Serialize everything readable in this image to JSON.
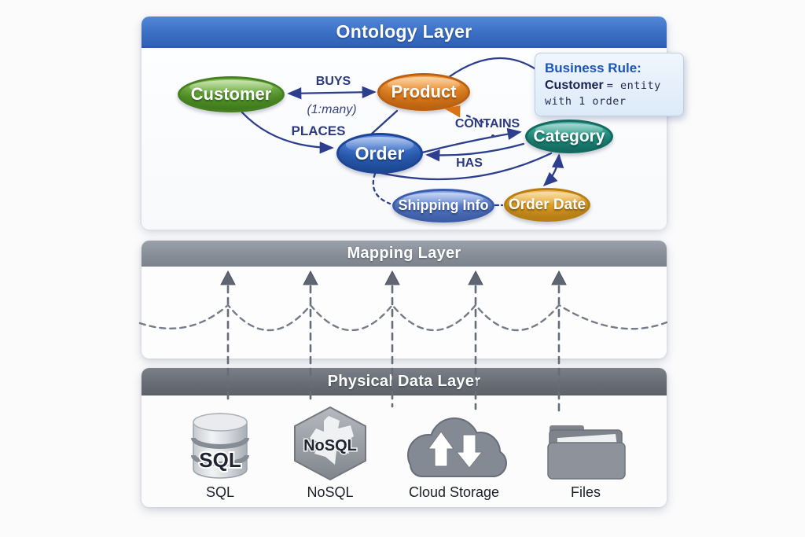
{
  "ontology": {
    "title": "Ontology Layer",
    "entities": [
      {
        "id": "customer",
        "label": "Customer",
        "color": "#569e2b"
      },
      {
        "id": "product",
        "label": "Product",
        "color": "#e8811d"
      },
      {
        "id": "order",
        "label": "Order",
        "color": "#2d62bd"
      },
      {
        "id": "category",
        "label": "Category",
        "color": "#1f9083"
      },
      {
        "id": "shipping-info",
        "label": "Shipping Info",
        "color": "#5379cd"
      },
      {
        "id": "order-date",
        "label": "Order Date",
        "color": "#e09e21"
      }
    ],
    "connections": [
      {
        "from": "Customer",
        "to": "Product",
        "label": "BUYS",
        "cardinality": "(1:many)",
        "style": "double-arrow"
      },
      {
        "from": "Customer",
        "to": "Order",
        "label": "PLACES",
        "style": "arrow"
      },
      {
        "from": "Product",
        "to": "Order",
        "label": "",
        "style": "line"
      },
      {
        "from": "Product",
        "to": "Category",
        "label": "CONTAINS",
        "style": "dashed-arrow"
      },
      {
        "from": "Category",
        "to": "Order",
        "label": "HAS",
        "style": "arrow"
      },
      {
        "from": "Order",
        "to": "Category",
        "label": "",
        "style": "curve"
      },
      {
        "from": "Category",
        "to": "Order Date",
        "label": "",
        "style": "double-arrow"
      },
      {
        "from": "Order",
        "to": "Shipping Info",
        "label": "",
        "style": "dashed"
      },
      {
        "from": "Shipping Info",
        "to": "Order Date",
        "label": "",
        "style": "dashed"
      },
      {
        "from": "Product",
        "to": "Business Rule",
        "label": "",
        "style": "curve"
      }
    ],
    "business_rule": {
      "title": "Business Rule:",
      "term": "Customer",
      "definition_line1": "= entity",
      "definition_line2": "with 1 order"
    }
  },
  "mapping": {
    "title": "Mapping Layer",
    "arrow_count": 5
  },
  "physical": {
    "title": "Physical Data Layer",
    "sources": [
      {
        "id": "sql",
        "icon": "sql-database-icon",
        "icon_text": "SQL",
        "label": "SQL"
      },
      {
        "id": "nosql",
        "icon": "nosql-hexagon-icon",
        "icon_text": "NoSQL",
        "label": "NoSQL"
      },
      {
        "id": "cloud",
        "icon": "cloud-storage-icon",
        "icon_text": "",
        "label": "Cloud Storage"
      },
      {
        "id": "files",
        "icon": "files-folder-icon",
        "icon_text": "",
        "label": "Files"
      }
    ]
  },
  "colors": {
    "ontology_header": "#3a6fc4",
    "mapping_header": "#878d97",
    "physical_header": "#676c74",
    "connector": "#2e3e8e",
    "rule_box_bg": "#e9f2fb",
    "dashed_gray": "#6a7078"
  }
}
